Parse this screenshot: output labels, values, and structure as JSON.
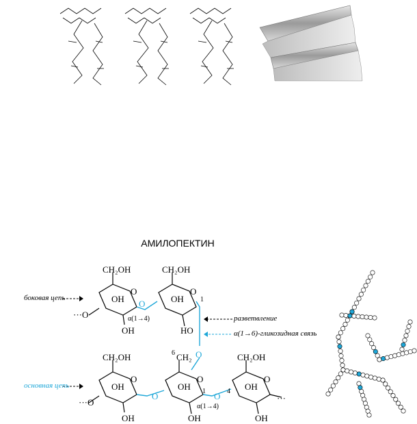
{
  "title": "АМИЛОПЕКТИН",
  "labels": {
    "side_chain": "боковая цепь",
    "branching": "разветвление",
    "glycosidic_bond": "α(1→6)-гликозидная связь",
    "main_chain": "основная цепь",
    "alpha14": "α(1→4)"
  },
  "atoms": {
    "ch2oh": "CH₂OH",
    "oh": "OH",
    "ho": "HO",
    "o": "O",
    "dots_o": "···O",
    "dots": "···",
    "n1": "1",
    "n4": "4",
    "n6": "6",
    "ch2": "CH₂"
  },
  "colors": {
    "accent": "#1ea7d8",
    "ink": "#000000",
    "ribbon": "#a8a8a8"
  }
}
